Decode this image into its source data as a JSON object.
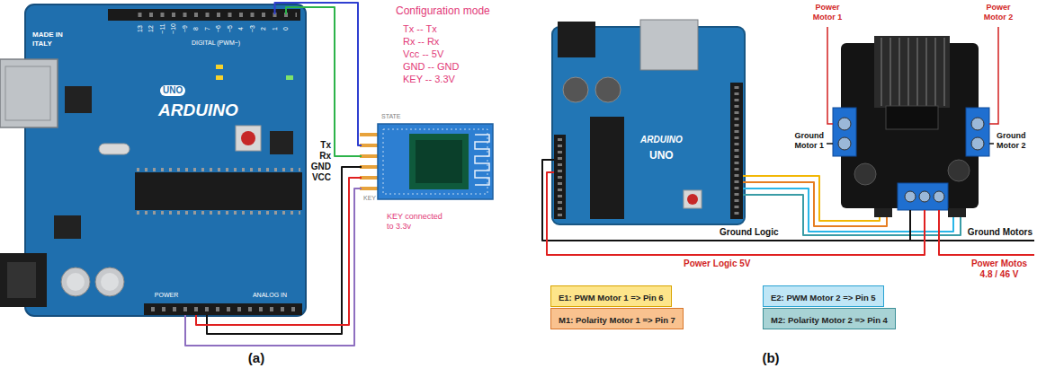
{
  "diagram": {
    "labels": [
      "MADE IN ITALY",
      "DIGITAL (PWM~)",
      "13",
      "12",
      "~11",
      "~10",
      "~9",
      "8",
      "7",
      "~6",
      "~5",
      "4",
      "~3",
      "2",
      "1",
      "0",
      "UNO",
      "ARDUINO",
      "POWER",
      "ANALOG IN",
      "Configuration mode",
      "Tx -- Tx",
      "Rx -- Rx",
      "Vcc -- 5V",
      "GND -- GND",
      "KEY -- 3.3V",
      "STATE",
      "Tx",
      "Rx",
      "GND",
      "VCC",
      "KEY",
      "KEY connected to 3.3v",
      "(a)",
      "Power Motor 1",
      "Power Motor 2",
      "UNO",
      "ARDUINO",
      "Ground Motor 1",
      "Ground Motor 2",
      "Ground Logic",
      "Ground Motors",
      "Power Logic 5V",
      "Power Motos 4.8 / 46 V",
      "(b)"
    ],
    "legend": [
      {
        "text": "E1: PWM Motor 1 => Pin 6",
        "color": "#fde58a"
      },
      {
        "text": "M1: Polarity Motor 1 => Pin 7",
        "color": "#f9c28f"
      },
      {
        "text": "E2: PWM Motor 2 => Pin 5",
        "color": "#bfe6f6"
      },
      {
        "text": "M2: Polarity Motor 2 => Pin 4",
        "color": "#a8d3d5"
      }
    ]
  }
}
